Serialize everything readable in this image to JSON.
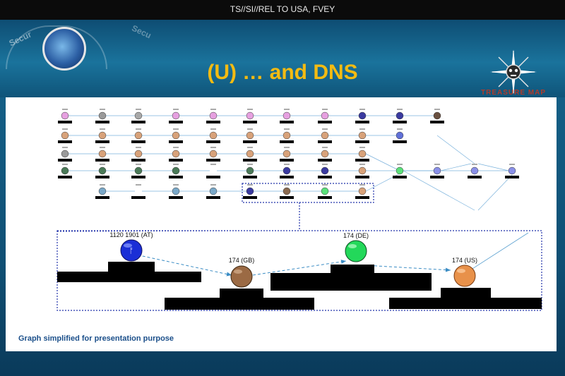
{
  "header": {
    "classification": "TS//SI//REL TO USA, FVEY",
    "title": "(U)  … and DNS",
    "seal_text_left": "Secur",
    "seal_text_right": "Secu"
  },
  "graph": {
    "big_nodes": [
      {
        "label": "1120 1901 (AT)",
        "color": "#1b2fd6"
      },
      {
        "label": "174 (GB)",
        "color": "#9b6a44"
      },
      {
        "label": "174 (DE)",
        "color": "#23d85a"
      },
      {
        "label": "174 (US)",
        "color": "#e8914a"
      }
    ]
  },
  "footer": {
    "note": "Graph simplified for presentation purpose"
  },
  "colors": {
    "title": "#f3bb12",
    "note": "#1b4f8a",
    "dotted_box": "#2233aa",
    "arrow": "#5aa0d0"
  },
  "icons": [
    "seal-icon",
    "treasure-map-logo-icon",
    "skull-compass-icon"
  ]
}
